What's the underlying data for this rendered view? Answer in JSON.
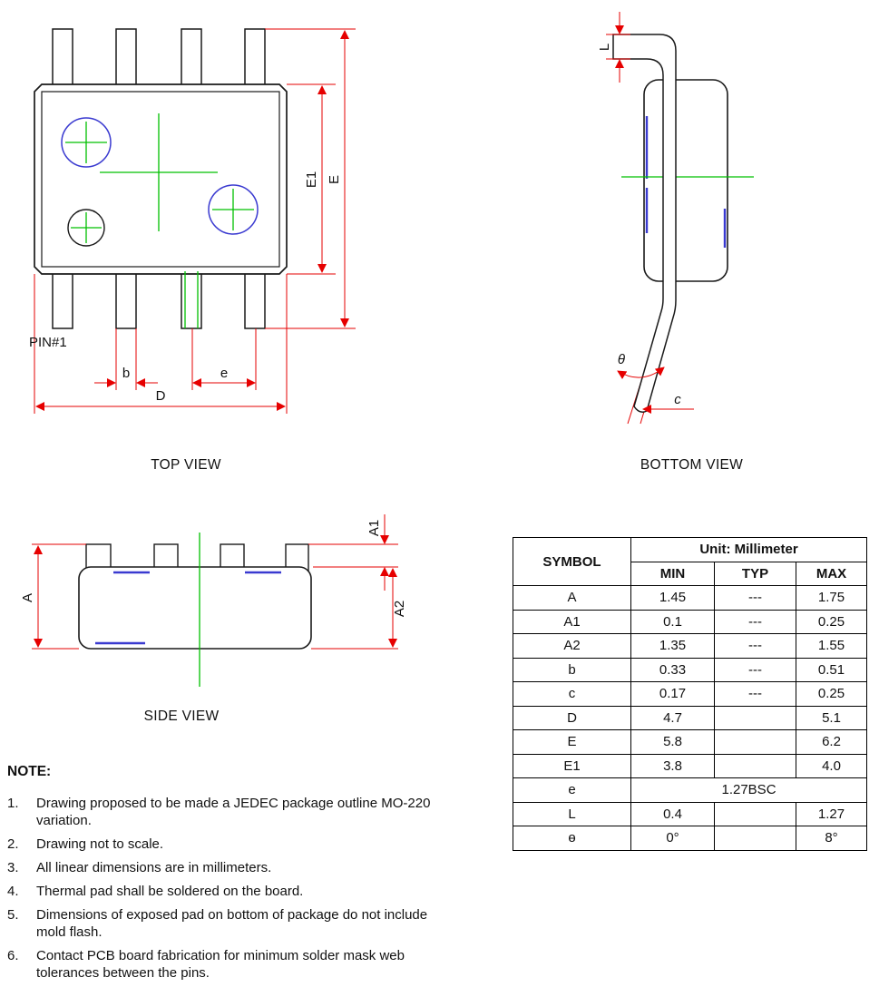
{
  "colors": {
    "outline": "#1a1a1a",
    "dimension_red": "#e60000",
    "centerline_green": "#00c000",
    "detail_blue": "#3a3ad0",
    "table_border": "#000000"
  },
  "views": {
    "top_view": {
      "caption": "TOP VIEW",
      "pin1_label": "PIN#1",
      "dim_labels": {
        "e1": "E1",
        "e_width": "E",
        "b": "b",
        "pitch": "e",
        "d": "D"
      }
    },
    "bottom_view": {
      "caption": "BOTTOM VIEW",
      "dim_labels": {
        "l": "L",
        "theta": "θ",
        "c": "c"
      }
    },
    "side_view": {
      "caption": "SIDE VIEW",
      "dim_labels": {
        "a": "A",
        "a1": "A1",
        "a2": "A2"
      }
    }
  },
  "table": {
    "symbol_header": "SYMBOL",
    "unit_header": "Unit: Millimeter",
    "columns": [
      "MIN",
      "TYP",
      "MAX"
    ],
    "rows": [
      {
        "symbol": "A",
        "min": "1.45",
        "typ": "---",
        "max": "1.75"
      },
      {
        "symbol": "A1",
        "min": "0.1",
        "typ": "---",
        "max": "0.25"
      },
      {
        "symbol": "A2",
        "min": "1.35",
        "typ": "---",
        "max": "1.55"
      },
      {
        "symbol": "b",
        "min": "0.33",
        "typ": "---",
        "max": "0.51"
      },
      {
        "symbol": "c",
        "min": "0.17",
        "typ": "---",
        "max": "0.25"
      },
      {
        "symbol": "D",
        "min": "4.7",
        "typ": "",
        "max": "5.1"
      },
      {
        "symbol": "E",
        "min": "5.8",
        "typ": "",
        "max": "6.2"
      },
      {
        "symbol": "E1",
        "min": "3.8",
        "typ": "",
        "max": "4.0"
      },
      {
        "symbol": "e",
        "span": "1.27BSC"
      },
      {
        "symbol": "L",
        "min": "0.4",
        "typ": "",
        "max": "1.27"
      },
      {
        "symbol": "ɵ",
        "min": "0°",
        "typ": "",
        "max": "8°"
      }
    ]
  },
  "notes": {
    "title": "NOTE:",
    "items": [
      {
        "num": "1.",
        "text": "Drawing proposed to be made a JEDEC package outline MO-220 variation."
      },
      {
        "num": "2.",
        "text": "Drawing not to scale."
      },
      {
        "num": "3.",
        "text": "All linear dimensions are in millimeters."
      },
      {
        "num": "4.",
        "text": "Thermal pad shall be soldered on the board."
      },
      {
        "num": "5.",
        "text": "Dimensions of exposed pad on bottom of package do not include mold flash."
      },
      {
        "num": "6.",
        "text": "Contact PCB board fabrication for minimum solder mask web tolerances between the pins."
      }
    ]
  }
}
